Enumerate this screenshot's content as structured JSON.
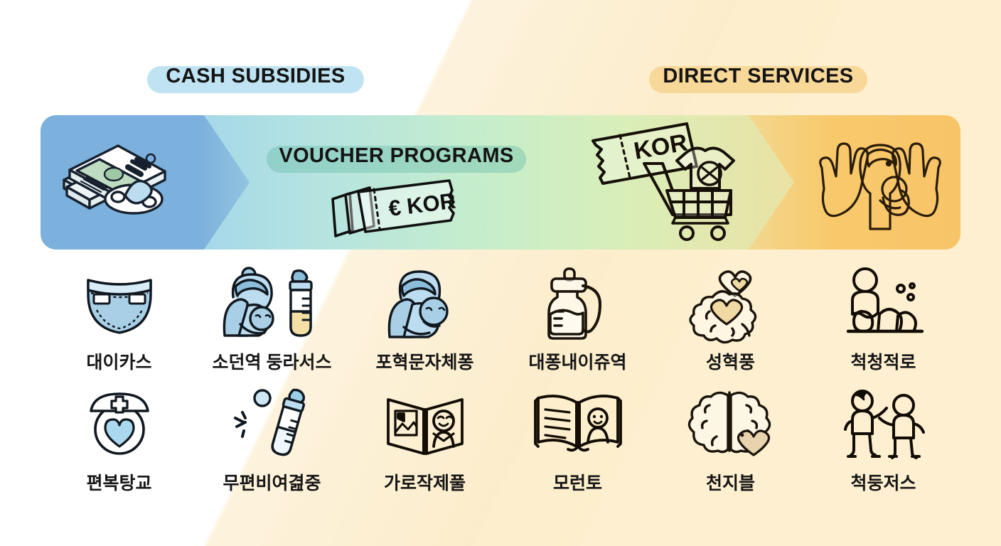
{
  "poster": {
    "type": "spectrum-infographic",
    "background_style": "diagonal cream band over white"
  },
  "spectrum": {
    "left_label": "CASH SUBSIDIES",
    "middle_label": "VOUCHER PROGRAMS",
    "right_label": "DIRECT SERVICES",
    "colors": {
      "cash_pill": "#bfe3f3",
      "direct_pill": "#f8d898",
      "voucher_pill": "#6ebeaa",
      "bar_start": "#7cb0dd",
      "bar_middle": "#c8eec9",
      "bar_end": "#f8c468",
      "ink": "#141414",
      "cream": "#fbeac4"
    },
    "artwork": [
      {
        "name": "cash-stack-pacifier-art",
        "caption": "",
        "icon": "banknote-stack-icon"
      },
      {
        "name": "voucher-ticket-art",
        "caption": "€ KOR",
        "icon": "voucher-ticket-icon"
      },
      {
        "name": "shopping-cart-voucher-art",
        "caption": "KOR",
        "icon": "shopping-cart-icon"
      },
      {
        "name": "caring-hands-mother-baby-art",
        "caption": "",
        "icon": "caring-hands-icon"
      }
    ]
  },
  "grid": {
    "rows": 2,
    "columns": 6,
    "items": [
      {
        "label": "대이카스",
        "icon": "diaper-icon",
        "tint": "#bcdcef"
      },
      {
        "label": "소던역 둥라서스",
        "icon": "nursing-mother-bottle-icon",
        "tint": "#a9cfe6"
      },
      {
        "label": "포혁문자체퐁",
        "icon": "mother-holding-baby-icon",
        "tint": "#a9cfe6"
      },
      {
        "label": "대퐁내이쥬역",
        "icon": "breast-pump-icon",
        "tint": "#ffffff"
      },
      {
        "label": "성혁풍",
        "icon": "brain-hearts-icon",
        "tint": "#f0d9a3"
      },
      {
        "label": "척청적로",
        "icon": "caregiver-baby-changing-icon",
        "tint": "#ffffff"
      },
      {
        "label": "편복탕교",
        "icon": "nurse-cap-heart-icon",
        "tint": "#a9d8ef"
      },
      {
        "label": "무편비여겶중",
        "icon": "sterilized-bottle-icon",
        "tint": "#bcdcef"
      },
      {
        "label": "가로작제풀",
        "icon": "picture-book-baby-icon",
        "tint": "#ffffff"
      },
      {
        "label": "모런토",
        "icon": "open-book-baby-icon",
        "tint": "#ffffff"
      },
      {
        "label": "천지블",
        "icon": "brain-heart-icon",
        "tint": "#e7d3ad"
      },
      {
        "label": "척둥저스",
        "icon": "two-children-playing-icon",
        "tint": "#ffffff"
      }
    ]
  }
}
